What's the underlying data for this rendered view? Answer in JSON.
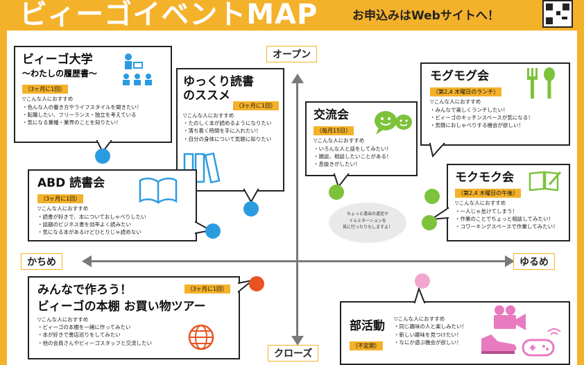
{
  "title": "ビィーゴイベントMAP",
  "notice": "お申込みはWebサイトへ！",
  "axes": {
    "top": "オープン",
    "bottom": "クローズ",
    "left": "かちめ",
    "right": "ゆるめ"
  },
  "section_label": "▽こんな人におすすめ",
  "colors": {
    "accent": "#f4b12a",
    "blue": "#2b9be0",
    "green": "#7cc23b",
    "orange": "#e8531f",
    "pink": "#f2a6cf"
  },
  "events": {
    "daigaku": {
      "title1": "ビィーゴ大学",
      "title2": "〜わたしの履歴書〜",
      "tag": "（3ヶ月に1回）",
      "items": [
        "・色んな人の働き方やライフスタイルを聞きたい！",
        "・転職したい、フリーランス・独立を考えている",
        "・気になる業種・業界のことを知りたい！"
      ]
    },
    "yukkuri": {
      "title1": "ゆっくり読書",
      "title2": "のススメ",
      "tag": "（3ヶ月に1回）",
      "items": [
        "・たのしく本が読めるようになりたい",
        "・落ち着く時間を手に入れたい！",
        "・自分の身体について気軽に知りたい"
      ]
    },
    "abd": {
      "title": "ABD 読書会",
      "tag": "（3ヶ月に1回）",
      "items": [
        "・読書が好きで、本についておしゃべりしたい",
        "・話題のビジネス書を効率よく読みたい",
        "・気になる本があるけどひとりじゃ読めない"
      ]
    },
    "koryu": {
      "title": "交流会",
      "tag": "（毎月15日）",
      "items": [
        "・いろんな人と話をしてみたい！",
        "・雑談、相談したいことがある！",
        "・息抜きがしたい！"
      ]
    },
    "mogumogu": {
      "title": "モグモグ会",
      "tag": "（第2,4 木曜日のランチ）",
      "items": [
        "・みんなで楽しくランチしたい！",
        "・ビィーゴのキッチンスペースが気になる！",
        "・気軽におしゃべりする機会が欲しい！"
      ]
    },
    "mokumoku": {
      "title": "モクモク会",
      "tag": "（第2,4 木曜日の午後）",
      "items": [
        "・一人じゃ怠けてしまう！",
        "・作業のことでちょっと相談してみたい！",
        "・コワーキングスペースで作業してみたい！"
      ]
    },
    "hondana": {
      "title1": "みんなで作ろう！",
      "title2": "ビィーゴの本棚 お買い物ツアー",
      "tag": "（3ヶ月に1回）",
      "items": [
        "・ビィーゴの本棚を一緒に作ってみたい",
        "・本が好きで書店巡りをしてみたい",
        "・他の会員さんやビィーゴスタッフと交流したい"
      ]
    },
    "bukatsu": {
      "title": "部活動",
      "tag": "（不定期）",
      "items": [
        "・同じ趣味の人と楽しみたい！",
        "・新しい趣味を見つけたい！",
        "・なにか遊ぶ機会が欲しい！"
      ]
    }
  },
  "bubble_lines": [
    "ちょっと遠出の遠足や",
    "イルミネーションを",
    "見に行ったりもしますよ！"
  ]
}
